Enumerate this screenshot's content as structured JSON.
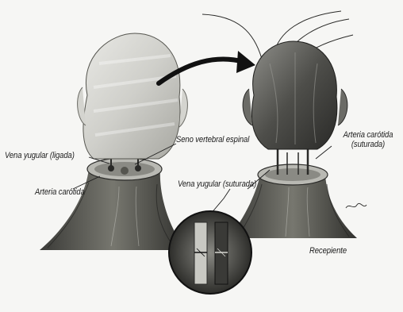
{
  "labels": {
    "vena_yugular_ligada": "Vena yugular (ligada)",
    "seno_vertebral": "Seno vertebral espinal",
    "arteria_carotida": "Arteria carótida",
    "vena_yugular_suturada": "Vena yugular (suturada)",
    "arteria_carotida_suturada_line1": "Arteria carótida",
    "arteria_carotida_suturada_line2": "(suturada)",
    "recepiente": "Recepiente"
  },
  "colors": {
    "background": "#f6f6f4",
    "ink": "#1c1c1c",
    "shading": "#9a9a94"
  }
}
